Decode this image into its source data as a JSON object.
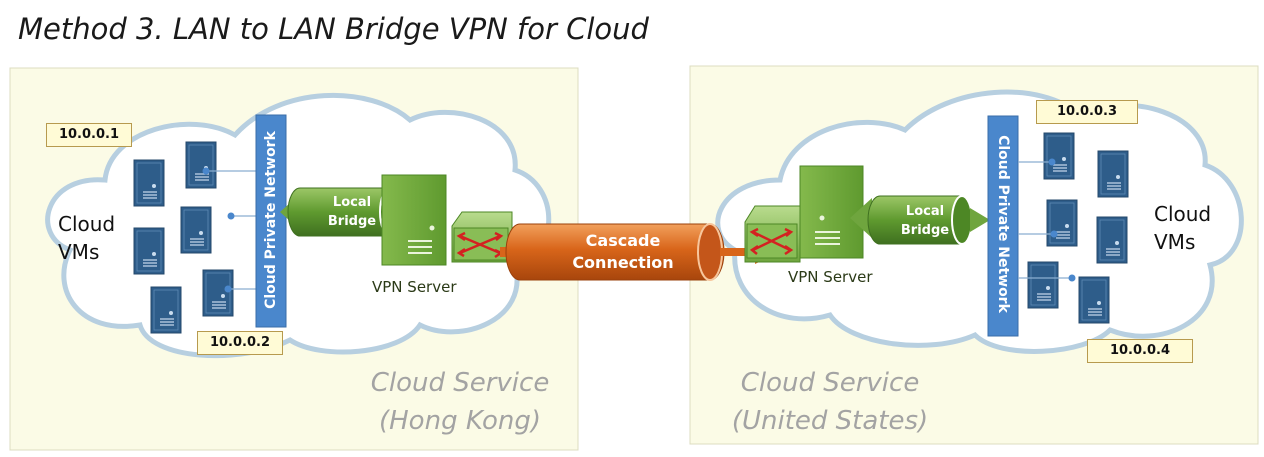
{
  "title": "Method 3. LAN to LAN Bridge VPN for Cloud",
  "colors": {
    "region_fill": "#fbfbe6",
    "cloud_stroke": "#b7cfe0",
    "server_blue": "#2e5d8a",
    "network_blue": "#4a87cc",
    "vpn_green": "#6fa53e",
    "cascade_orange": "#d8651a"
  },
  "left": {
    "region": "Cloud Service\n(Hong Kong)",
    "region_line1": "Cloud Service",
    "region_line2": "(Hong Kong)",
    "vms_line1": "Cloud",
    "vms_line2": "VMs",
    "network": "Cloud Private Network",
    "bridge_line1": "Local",
    "bridge_line2": "Bridge",
    "vpn_server": "VPN Server",
    "ip_top": "10.0.0.1",
    "ip_bottom": "10.0.0.2"
  },
  "right": {
    "region_line1": "Cloud Service",
    "region_line2": "(United States)",
    "vms_line1": "Cloud",
    "vms_line2": "VMs",
    "network": "Cloud Private Network",
    "bridge_line1": "Local",
    "bridge_line2": "Bridge",
    "vpn_server": "VPN Server",
    "ip_top": "10.0.0.3",
    "ip_bottom": "10.0.0.4"
  },
  "cascade_line1": "Cascade",
  "cascade_line2": "Connection"
}
